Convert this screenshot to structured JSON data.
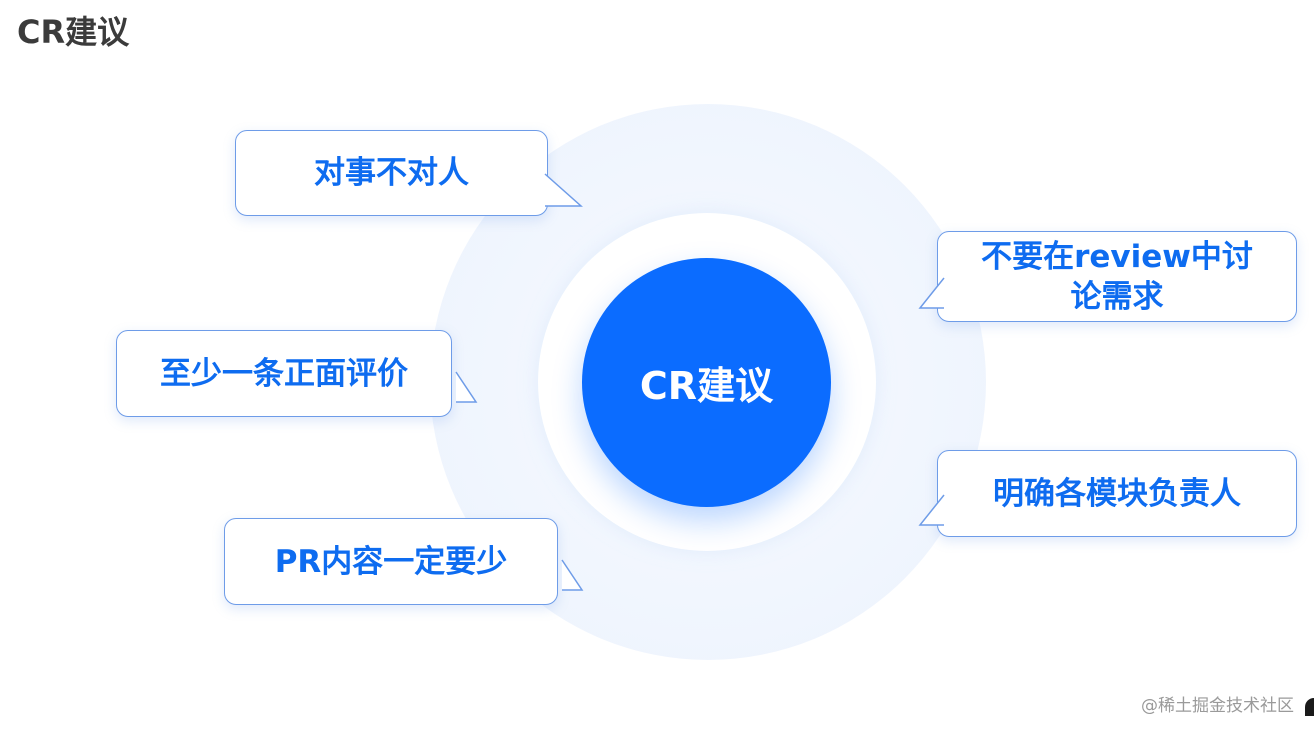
{
  "title": "CR建议",
  "center": {
    "label": "CR建议"
  },
  "bubbles": [
    {
      "text": "对事不对人"
    },
    {
      "text": "至少一条正面评价"
    },
    {
      "text": "PR内容一定要少"
    },
    {
      "text": "不要在review中讨\n论需求"
    },
    {
      "text": "明确各模块负责人"
    }
  ],
  "watermark": "@稀土掘金技术社区",
  "colors": {
    "accent": "#0b6cff",
    "bubble_text": "#0e6cf0",
    "bubble_border": "#6e9ce8",
    "title": "#3b3b3b"
  }
}
